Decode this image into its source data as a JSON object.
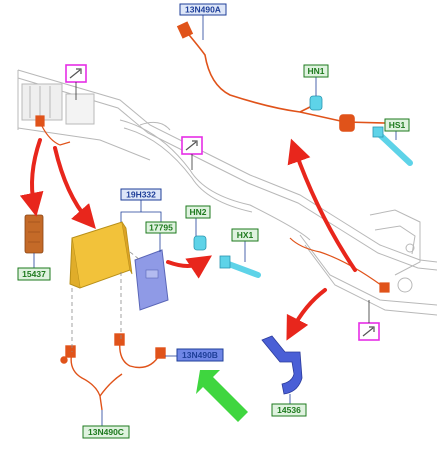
{
  "labels": {
    "top_wire": "13N490A",
    "hn1": "HN1",
    "hs1": "HS1",
    "module_group": "19H332",
    "bracket": "17795",
    "hn2": "HN2",
    "hx1": "HX1",
    "fuse_block": "15437",
    "lower_wire_b": "13N490B",
    "lower_wire_c": "13N490C",
    "bracket_plate": "14536"
  },
  "colors": {
    "label_border_green": "#1e7a1e",
    "label_fill_green": "#dff2df",
    "label_border_blue": "#1f3f99",
    "label_fill_blue": "#dde6f8",
    "label_highlight": "#6f86e6",
    "callout_magenta": "#e62ee6",
    "wire_orange": "#e0531a",
    "arrow_red": "#e8261c",
    "arrow_green": "#3fd63f",
    "part_yellow": "#f2c23a",
    "part_cyan": "#5ed3e8",
    "part_blue": "#4a5fd6",
    "part_lilac": "#8f9ae6",
    "frame_gray": "#b8b8b8"
  },
  "icons": [
    "arrow-callout-icon",
    "green-arrow-icon",
    "red-arrow-icon"
  ]
}
